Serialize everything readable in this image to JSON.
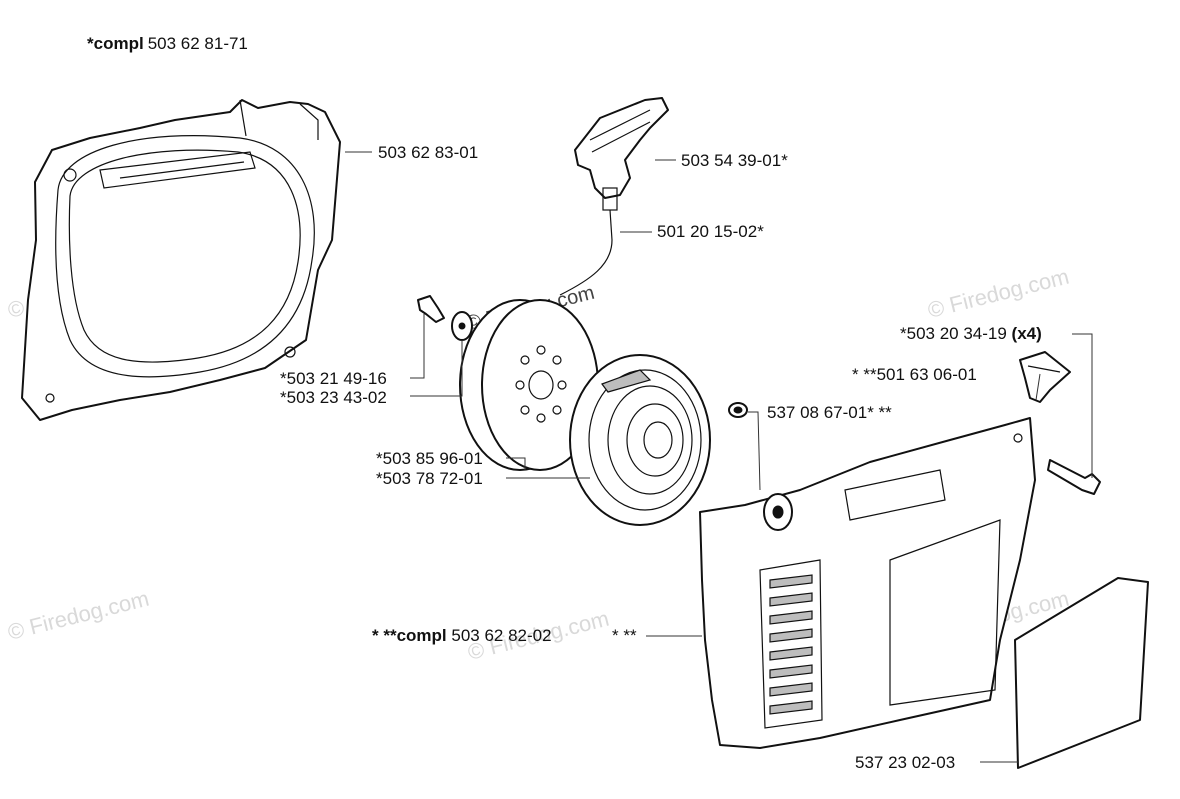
{
  "header": {
    "prefix": "*",
    "compl_word": "compl",
    "number": "503 62 81-71"
  },
  "parts": [
    {
      "id": "p1",
      "text": "503 62 83-01"
    },
    {
      "id": "p2",
      "text": "503 54 39-01*"
    },
    {
      "id": "p3",
      "text": "501 20 15-02*"
    },
    {
      "id": "p4_num",
      "text": "*503 20 34-19 "
    },
    {
      "id": "p4_qty",
      "text": "(x4)"
    },
    {
      "id": "p5",
      "text": "* **501 63 06-01"
    },
    {
      "id": "p6",
      "text": "537 08 67-01* **"
    },
    {
      "id": "p7",
      "text": "*503 21 49-16"
    },
    {
      "id": "p8",
      "text": "*503 23 43-02"
    },
    {
      "id": "p9",
      "text": "*503 85 96-01"
    },
    {
      "id": "p10",
      "text": "*503 78 72-01"
    },
    {
      "id": "p11_pre",
      "text": "* **"
    },
    {
      "id": "p11_compl",
      "text": "compl"
    },
    {
      "id": "p11_num",
      "text": " 503 62 82-02"
    },
    {
      "id": "p11_post",
      "text": "* **"
    },
    {
      "id": "p12",
      "text": "537 23 02-03"
    }
  ],
  "watermarks": {
    "brand": "© Firedog.com"
  }
}
